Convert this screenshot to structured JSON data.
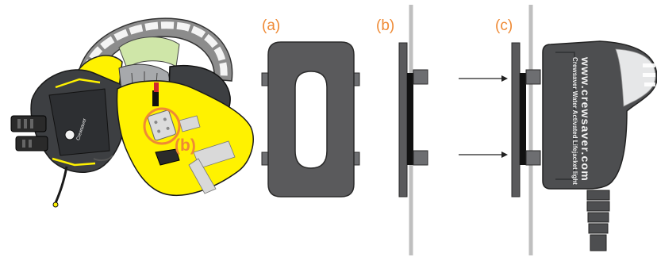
{
  "panels": {
    "a": "(a)",
    "b": "(b)",
    "c": "(c)"
  },
  "callout": "(b)",
  "light_unit": {
    "url": "www.crewsaver.com",
    "description": "Crewsaver  Water Activated Lifejacket light"
  },
  "lifejacket": {
    "badge": "Crewsaver"
  },
  "colors": {
    "label": "#ef8a35",
    "bracket": "#5a5a5c",
    "light_body": "#4d4e50",
    "wall": "#bfbfbf",
    "jacket_yellow": "#fff200"
  }
}
